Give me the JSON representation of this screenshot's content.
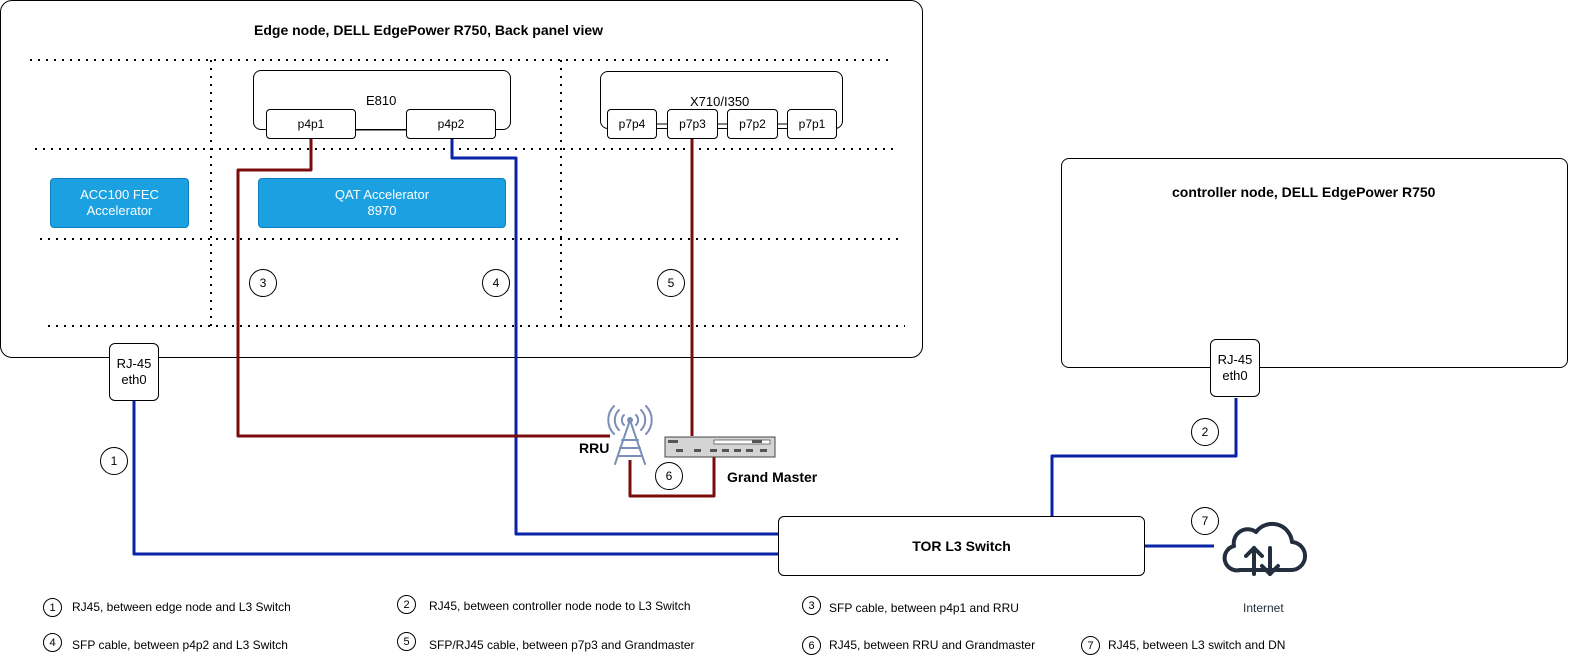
{
  "edge_node": {
    "title": "Edge node, DELL EdgePower  R750, Back panel view",
    "nic_e810": {
      "label": "E810",
      "ports": [
        "p4p1",
        "p4p2"
      ]
    },
    "nic_x710": {
      "label": "X710/I350",
      "ports": [
        "p7p4",
        "p7p3",
        "p7p2",
        "p7p1"
      ]
    },
    "acc100": {
      "line1": "ACC100 FEC",
      "line2": "Accelerator"
    },
    "qat": {
      "line1": "QAT Accelerator",
      "line2": "8970"
    },
    "rj45": {
      "line1": "RJ-45",
      "line2": "eth0"
    }
  },
  "controller_node": {
    "title": "controller node, DELL EdgePower R750",
    "rj45": {
      "line1": "RJ-45",
      "line2": "eth0"
    }
  },
  "devices": {
    "rru": "RRU",
    "grand_master": "Grand Master",
    "switch": "TOR L3 Switch",
    "internet": "Internet"
  },
  "connection_markers": [
    "1",
    "2",
    "3",
    "4",
    "5",
    "6",
    "7"
  ],
  "legend": [
    {
      "num": "1",
      "text": "RJ45,  between edge node and L3 Switch"
    },
    {
      "num": "2",
      "text": "RJ45,  between controller node node to L3 Switch"
    },
    {
      "num": "3",
      "text": "SFP cable,  between p4p1 and RRU"
    },
    {
      "num": "4",
      "text": "SFP cable,  between p4p2 and L3 Switch"
    },
    {
      "num": "5",
      "text": "SFP/RJ45 cable,  between p7p3 and Grandmaster"
    },
    {
      "num": "6",
      "text": "RJ45,  between RRU and Grandmaster"
    },
    {
      "num": "7",
      "text": "RJ45,  between L3 switch and DN"
    }
  ],
  "colors": {
    "blue_cable": "#0a22a8",
    "red_cable": "#7a0c0c",
    "card": "#1ba1e2"
  }
}
